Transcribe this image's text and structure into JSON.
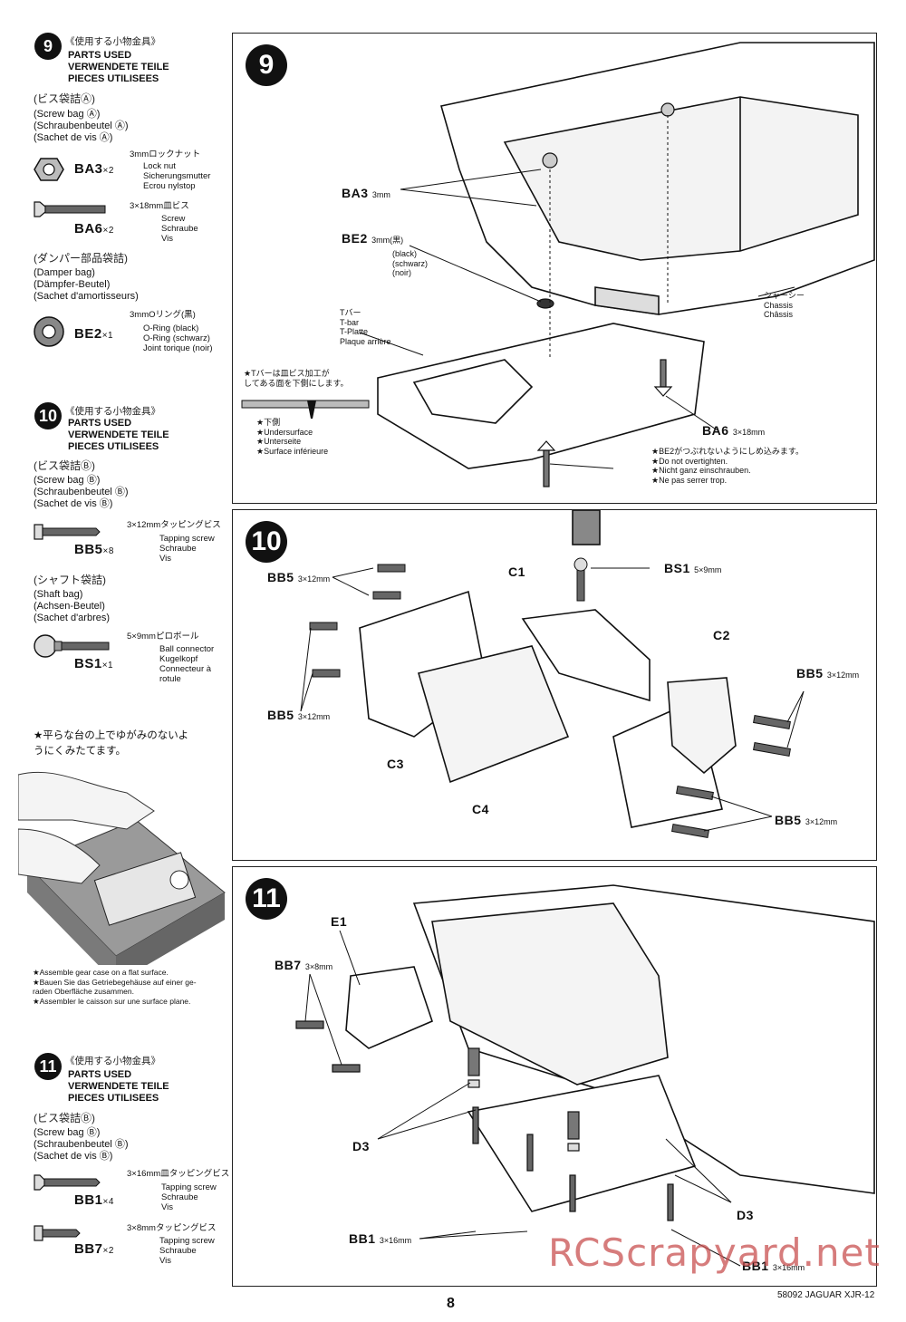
{
  "sidebar": {
    "s9": {
      "num": "9",
      "jp": "《使用する小物金具》",
      "parts": [
        "PARTS USED",
        "VERWENDETE TEILE",
        "PIECES UTILISEES"
      ],
      "bag_a_jp": "(ビス袋詰Ⓐ)",
      "bag_a": [
        "(Screw bag Ⓐ)",
        "(Schraubenbeutel Ⓐ)",
        "(Sachet de vis Ⓐ)"
      ],
      "ba3": {
        "code": "BA3",
        "qty": "×2",
        "jp": "3mmロックナット",
        "desc": [
          "Lock nut",
          "Sicherungsmutter",
          "Ecrou nylstop"
        ]
      },
      "ba6": {
        "code": "BA6",
        "qty": "×2",
        "jp": "3×18mm皿ビス",
        "desc": [
          "Screw",
          "Schraube",
          "Vis"
        ]
      },
      "damper_jp": "(ダンパー部品袋詰)",
      "damper": [
        "(Damper bag)",
        "(Dämpfer-Beutel)",
        "(Sachet d'amortisseurs)"
      ],
      "be2": {
        "code": "BE2",
        "qty": "×1",
        "jp": "3mmOリング(黒)",
        "desc": [
          "O-Ring (black)",
          "O-Ring (schwarz)",
          "Joint torique (noir)"
        ]
      }
    },
    "s10": {
      "num": "10",
      "jp": "《使用する小物金具》",
      "parts": [
        "PARTS USED",
        "VERWENDETE TEILE",
        "PIECES UTILISEES"
      ],
      "bag_b_jp": "(ビス袋詰Ⓑ)",
      "bag_b": [
        "(Screw bag Ⓑ)",
        "(Schraubenbeutel Ⓑ)",
        "(Sachet de vis Ⓑ)"
      ],
      "bb5": {
        "code": "BB5",
        "qty": "×8",
        "jp": "3×12mmタッピングビス",
        "desc": [
          "Tapping screw",
          "Schraube",
          "Vis"
        ]
      },
      "shaft_jp": "(シャフト袋詰)",
      "shaft": [
        "(Shaft bag)",
        "(Achsen-Beutel)",
        "(Sachet d'arbres)"
      ],
      "bs1": {
        "code": "BS1",
        "qty": "×1",
        "jp": "5×9mmピロボール",
        "desc": [
          "Ball connector",
          "Kugelkopf",
          "Connecteur à",
          "rotule"
        ]
      },
      "tip_jp": [
        "★平らな台の上でゆがみのないよ",
        "うにくみたてます。"
      ],
      "tip": [
        "★Assemble gear case on a flat surface.",
        "★Bauen Sie das Getriebegehäuse auf einer ge-",
        "raden Oberfläche zusammen.",
        "★Assembler le caisson sur une surface plane."
      ]
    },
    "s11": {
      "num": "11",
      "jp": "《使用する小物金具》",
      "parts": [
        "PARTS USED",
        "VERWENDETE TEILE",
        "PIECES UTILISEES"
      ],
      "bag_b_jp": "(ビス袋詰Ⓑ)",
      "bag_b": [
        "(Screw bag Ⓑ)",
        "(Schraubenbeutel Ⓑ)",
        "(Sachet de vis Ⓑ)"
      ],
      "bb1": {
        "code": "BB1",
        "qty": "×4",
        "jp": "3×16mm皿タッピングビス",
        "desc": [
          "Tapping screw",
          "Schraube",
          "Vis"
        ]
      },
      "bb7": {
        "code": "BB7",
        "qty": "×2",
        "jp": "3×8mmタッピングビス",
        "desc": [
          "Tapping screw",
          "Schraube",
          "Vis"
        ]
      }
    }
  },
  "panel9": {
    "num": "9",
    "ba3": "BA3",
    "ba3_size": "3mm",
    "be2": "BE2",
    "be2_size": "3mm(黒)",
    "be2_color": [
      "(black)",
      "(schwarz)",
      "(noir)"
    ],
    "tbar": [
      "Tバー",
      "T-bar",
      "T-Platte",
      "Plaque arrière"
    ],
    "chassis": [
      "シャーシー",
      "Chassis",
      "Châssis"
    ],
    "note_jp": [
      "★Tバーは皿ビス加工が",
      "してある面を下側にします。"
    ],
    "under": [
      "★下側",
      "★Undersurface",
      "★Unterseite",
      "★Surface inférieure"
    ],
    "ba6": "BA6",
    "ba6_size": "3×18mm",
    "note2": [
      "★BE2がつぶれないようにしめ込みます。",
      "★Do not overtighten.",
      "★Nicht ganz einschrauben.",
      "★Ne pas serrer trop."
    ]
  },
  "panel10": {
    "num": "10",
    "bb5": "BB5",
    "bb5_size": "3×12mm",
    "c1": "C1",
    "c2": "C2",
    "c3": "C3",
    "c4": "C4",
    "bs1": "BS1",
    "bs1_size": "5×9mm"
  },
  "panel11": {
    "num": "11",
    "e1": "E1",
    "bb7": "BB7",
    "bb7_size": "3×8mm",
    "d3": "D3",
    "bb1": "BB1",
    "bb1_size": "3×16mm"
  },
  "footer": {
    "page": "8",
    "model": "58092 JAGUAR XJR-12",
    "watermark": "RCScrapyard.net"
  }
}
